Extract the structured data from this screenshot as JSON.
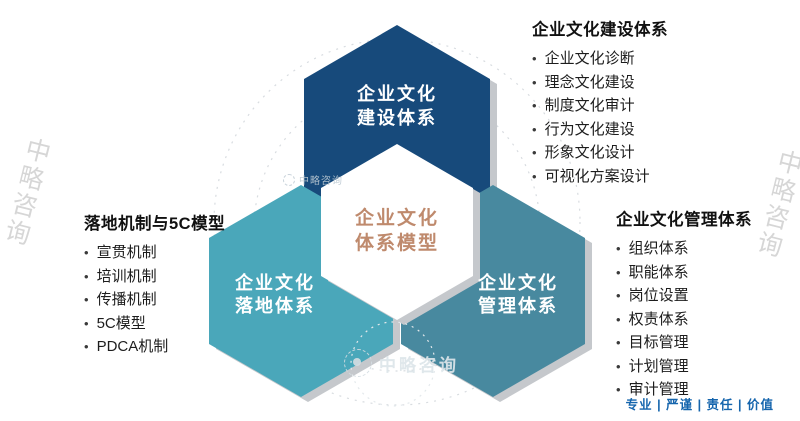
{
  "ui": {
    "bullet": "•"
  },
  "colors": {
    "construction": "#174a7b",
    "landing": "#4aa7ba",
    "management": "#48899f",
    "center_text": "#bf8a6d",
    "accent": "#1565ad",
    "shadow": "#c5c8cc"
  },
  "diagram": {
    "center": {
      "line1": "企业文化",
      "line2": "体系模型"
    },
    "construction": {
      "line1": "企业文化",
      "line2": "建设体系"
    },
    "landing": {
      "line1": "企业文化",
      "line2": "落地体系"
    },
    "management": {
      "line1": "企业文化",
      "line2": "管理体系"
    }
  },
  "lists": {
    "construction": {
      "title": "企业文化建设体系",
      "items": [
        "企业文化诊断",
        "理念文化建设",
        "制度文化审计",
        "行为文化建设",
        "形象文化设计",
        "可视化方案设计"
      ]
    },
    "landing": {
      "title": "落地机制与5C模型",
      "items": [
        "宣贯机制",
        "培训机制",
        "传播机制",
        "5C模型",
        "PDCA机制"
      ]
    },
    "management": {
      "title": "企业文化管理体系",
      "items": [
        "组织体系",
        "职能体系",
        "岗位设置",
        "权责体系",
        "目标管理",
        "计划管理",
        "审计管理"
      ]
    }
  },
  "watermark": {
    "brand": "中略咨询"
  },
  "footer": {
    "text": "专业 | 严谨 | 责任 | 价值"
  }
}
